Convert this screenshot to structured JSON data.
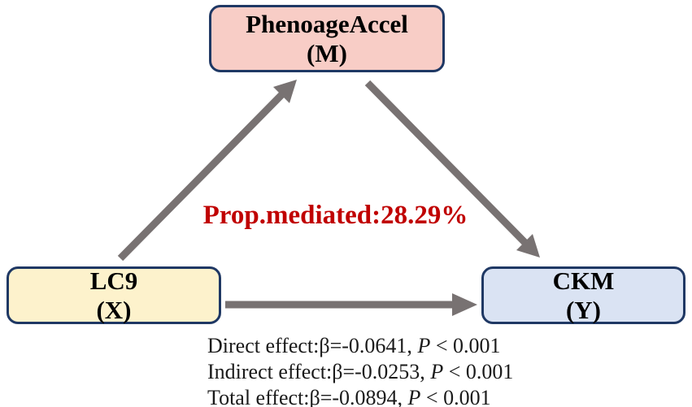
{
  "figure": {
    "type": "mediation-path-diagram",
    "boxes": {
      "mediator": {
        "label": "PhenoageAccel",
        "role": "(M)"
      },
      "exposure": {
        "label": "LC9",
        "role": "(X)"
      },
      "outcome": {
        "label": "CKM",
        "role": "(Y)"
      }
    },
    "mediation_label": "Prop.mediated:28.29%",
    "stats": {
      "lines": [
        {
          "prefix": "Direct effect:β=-0.0641, ",
          "p_symbol": "P",
          "p_rest": " < 0.001"
        },
        {
          "prefix": "Indirect effect:β=-0.0253, ",
          "p_symbol": "P",
          "p_rest": " < 0.001"
        },
        {
          "prefix": "Total effect:β=-0.0894, ",
          "p_symbol": "P",
          "p_rest": " < 0.001"
        }
      ]
    },
    "arrows": [
      {
        "name": "exposure-to-mediator"
      },
      {
        "name": "mediator-to-outcome"
      },
      {
        "name": "exposure-to-outcome"
      }
    ],
    "colors": {
      "mediator_fill": "#f8cdc6",
      "exposure_fill": "#fdf2cc",
      "outcome_fill": "#dae3f3",
      "box_border": "#1f3864",
      "arrow": "#787272",
      "mediation_text": "#c00000",
      "background": "#ffffff"
    }
  }
}
